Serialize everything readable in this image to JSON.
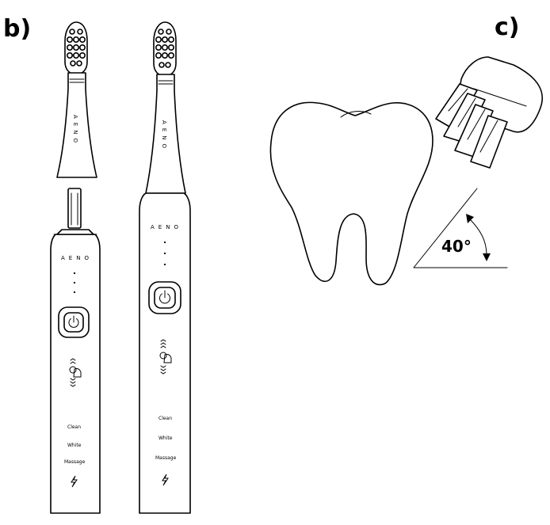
{
  "labels": {
    "panel_b": "b)",
    "panel_c": "c)",
    "angle": "40°"
  },
  "toothbrush_left": {
    "head_brand": "AENO",
    "body_brand": "AENO",
    "modes": [
      "Clean",
      "White",
      "Massage"
    ]
  },
  "toothbrush_right": {
    "head_brand": "AENO",
    "body_brand": "AENO",
    "modes": [
      "Clean",
      "White",
      "Massage"
    ]
  },
  "icons": {
    "power": "power-icon",
    "touch": "touch-gesture-icon",
    "charge": "lightning-icon"
  }
}
